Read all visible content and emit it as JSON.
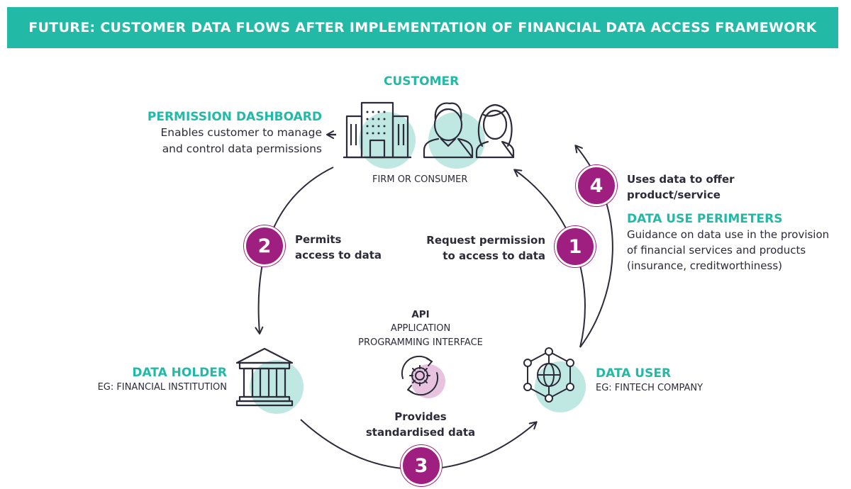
{
  "banner": {
    "title": "FUTURE: CUSTOMER DATA FLOWS AFTER IMPLEMENTATION OF FINANCIAL DATA ACCESS FRAMEWORK"
  },
  "customer": {
    "title": "CUSTOMER",
    "subtitle": "FIRM OR CONSUMER"
  },
  "permission_dashboard": {
    "title": "PERMISSION DASHBOARD",
    "line1": "Enables customer to manage",
    "line2": "and control data permissions"
  },
  "steps": [
    {
      "number": "1",
      "line1": "Request permission",
      "line2": "to access to data"
    },
    {
      "number": "2",
      "line1": "Permits",
      "line2": "access to data"
    },
    {
      "number": "3",
      "line1": "Provides",
      "line2": "standardised data"
    },
    {
      "number": "4",
      "line1": "Uses data to offer",
      "line2": "product/service"
    }
  ],
  "data_use_perimeters": {
    "title": "DATA USE PERIMETERS",
    "line1": "Guidance on data use in the provision",
    "line2": "of financial services and products",
    "line3": "(insurance, creditworthiness)"
  },
  "api": {
    "title": "API",
    "line1": "APPLICATION",
    "line2": "PROGRAMMING INTERFACE"
  },
  "data_holder": {
    "title": "DATA HOLDER",
    "subtitle": "EG: FINANCIAL INSTITUTION"
  },
  "data_user": {
    "title": "DATA USER",
    "subtitle": "EG: FINTECH COMPANY"
  },
  "colors": {
    "teal": "#22b9a6",
    "mint": "#bfe8e2",
    "purple": "#9e1f80",
    "pink": "#e7c3df",
    "ink": "#2b2b3a"
  },
  "icons": [
    "office-building-icon",
    "man-icon",
    "woman-icon",
    "bank-icon",
    "network-globe-icon",
    "gear-cycle-icon"
  ]
}
